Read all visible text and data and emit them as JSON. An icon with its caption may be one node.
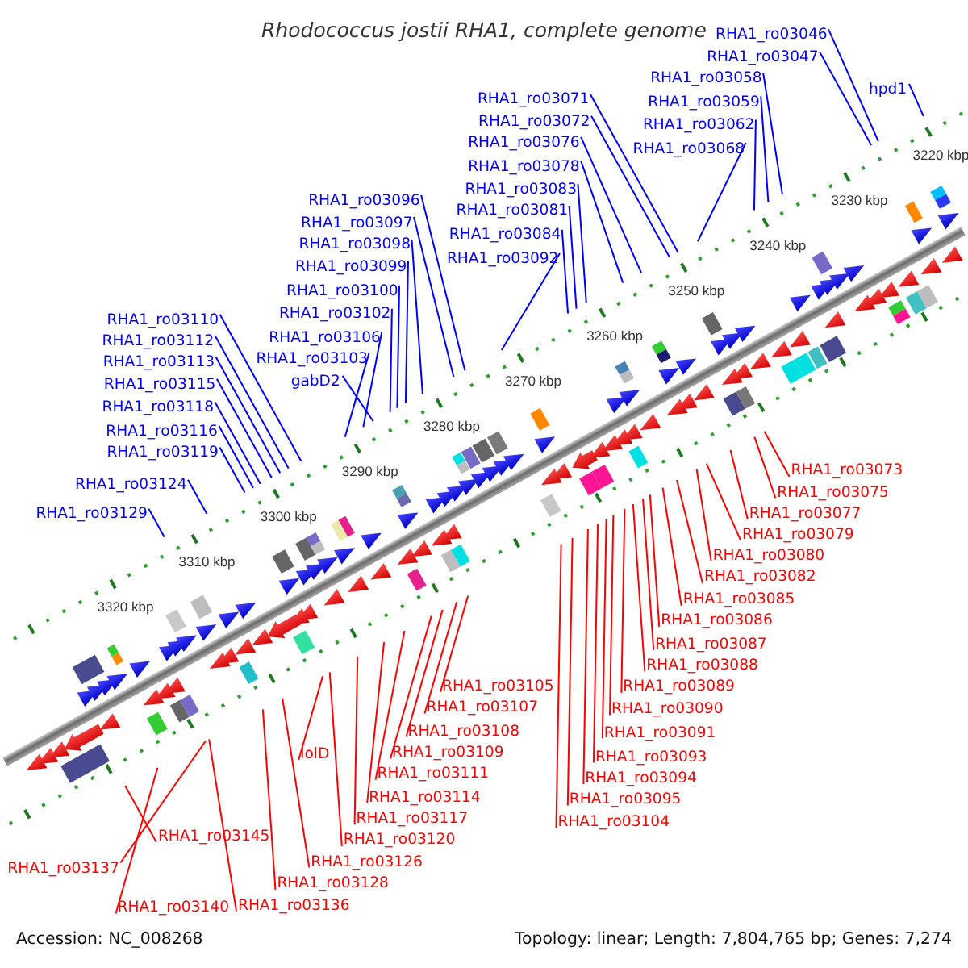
{
  "diagram": {
    "title": "Rhodococcus jostii RHA1, complete genome",
    "nodes": [
      {
        "text": [
          "hpd1"
        ]
      },
      {
        "text": [
          "RHA1_ro03058"
        ]
      },
      {
        "text": [
          "RHA1_ro03046"
        ]
      },
      {
        "text": [
          "RHA1_ro03047"
        ]
      },
      {
        "text": [
          "RHA1_ro03068"
        ]
      },
      {
        "text": [
          "RHA1_ro03071"
        ]
      },
      {
        "text": [
          "RHA1_ro03059"
        ]
      },
      {
        "text": [
          "RHA1_ro03076"
        ]
      },
      {
        "text": [
          "RHA1_ro03062"
        ]
      },
      {
        "text": [
          "RHA1_ro03102"
        ]
      },
      {
        "text": [
          "RHA1_ro03083"
        ]
      },
      {
        "text": [
          "RHA1_ro03072"
        ]
      },
      {
        "text": [
          "RHA1_ro03100"
        ]
      },
      {
        "text": [
          "RHA1_ro03081"
        ]
      },
      {
        "text": [
          "RHA1_ro03099"
        ]
      },
      {
        "text": [
          "RHA1_ro03078"
        ]
      },
      {
        "text": [
          "RHA1_ro03096"
        ]
      },
      {
        "text": [
          "RHA1_ro03116"
        ]
      },
      {
        "text": [
          "RHA1_ro03097"
        ]
      },
      {
        "text": [
          "RHA1_ro03084"
        ]
      },
      {
        "text": [
          "RHA1_ro03112"
        ]
      },
      {
        "text": [
          "gabD2"
        ]
      },
      {
        "text": [
          "RHA1_ro03092"
        ]
      },
      {
        "text": [
          "RHA1_ro03098"
        ]
      },
      {
        "text": [
          "RHA1_ro03110"
        ]
      },
      {
        "text": [
          "RHA1_ro03115"
        ]
      },
      {
        "text": [
          "RHA1_ro03103"
        ]
      },
      {
        "text": [
          "RHA1_ro03106"
        ]
      },
      {
        "text": [
          "RHA1_ro03124"
        ]
      },
      {
        "text": [
          "RHA1_ro03113"
        ]
      },
      {
        "text": [
          "RHA1_ro03118"
        ]
      },
      {
        "text": [
          "RHA1_ro03119"
        ]
      },
      {
        "text": [
          "RHA1_ro03129"
        ]
      },
      {
        "text": [
          "RHA1_ro03073"
        ]
      },
      {
        "text": [
          "RHA1_ro03075"
        ]
      },
      {
        "text": [
          "RHA1_ro03094"
        ]
      },
      {
        "text": [
          "RHA1_ro03077"
        ]
      },
      {
        "text": [
          "RHA1_ro03095"
        ]
      },
      {
        "text": [
          "RHA1_ro03079"
        ]
      },
      {
        "text": [
          "RHA1_ro03104"
        ]
      },
      {
        "text": [
          "RHA1_ro03091"
        ]
      },
      {
        "text": [
          "RHA1_ro03080"
        ]
      },
      {
        "text": [
          "RHA1_ro03093"
        ]
      },
      {
        "text": [
          "RHA1_ro03082"
        ]
      },
      {
        "text": [
          "RHA1_ro03085"
        ]
      },
      {
        "text": [
          "RHA1_ro03105"
        ]
      },
      {
        "text": [
          "RHA1_ro03086"
        ]
      },
      {
        "text": [
          "RHA1_ro03107"
        ]
      },
      {
        "text": [
          "RHA1_ro03087"
        ]
      },
      {
        "text": [
          "RHA1_ro03108"
        ]
      },
      {
        "text": [
          "RHA1_ro03120"
        ]
      },
      {
        "text": [
          "RHA1_ro03088"
        ]
      },
      {
        "text": [
          "RHA1_ro03109"
        ]
      },
      {
        "text": [
          "RHA1_ro03140"
        ]
      },
      {
        "text": [
          "RHA1_ro03089"
        ]
      },
      {
        "text": [
          "RHA1_ro03111"
        ]
      },
      {
        "text": [
          "lolD"
        ]
      },
      {
        "text": [
          "RHA1_ro03114"
        ]
      },
      {
        "text": [
          "RHA1_ro03126"
        ]
      },
      {
        "text": [
          "RHA1_ro03090"
        ]
      },
      {
        "text": [
          "RHA1_ro03145"
        ]
      },
      {
        "text": [
          "RHA1_ro03128"
        ]
      },
      {
        "text": [
          "RHA1_ro03117"
        ]
      },
      {
        "text": [
          "RHA1_ro03136"
        ]
      },
      {
        "text": [
          "RHA1_ro03137"
        ]
      }
    ],
    "edges": [
      {
        "from": 0,
        "to": null,
        "arrow": "none"
      },
      {
        "from": 1,
        "to": null,
        "arrow": "none"
      },
      {
        "from": 2,
        "to": null,
        "arrow": "none"
      },
      {
        "from": 3,
        "to": null,
        "arrow": "none"
      },
      {
        "from": 4,
        "to": null,
        "arrow": "none"
      },
      {
        "from": 5,
        "to": null,
        "arrow": "none"
      },
      {
        "from": 6,
        "to": null,
        "arrow": "none"
      },
      {
        "from": 7,
        "to": null,
        "arrow": "none"
      },
      {
        "from": 8,
        "to": null,
        "arrow": "none"
      },
      {
        "from": 9,
        "to": null,
        "arrow": "none"
      },
      {
        "from": 10,
        "to": null,
        "arrow": "none"
      },
      {
        "from": 11,
        "to": null,
        "arrow": "none"
      },
      {
        "from": 12,
        "to": null,
        "arrow": "none"
      },
      {
        "from": 13,
        "to": null,
        "arrow": "none"
      },
      {
        "from": 14,
        "to": null,
        "arrow": "none"
      },
      {
        "from": 15,
        "to": null,
        "arrow": "none"
      },
      {
        "from": 16,
        "to": null,
        "arrow": "none"
      },
      {
        "from": 17,
        "to": null,
        "arrow": "none"
      },
      {
        "from": 18,
        "to": null,
        "arrow": "none"
      },
      {
        "from": 19,
        "to": null,
        "arrow": "none"
      },
      {
        "from": 20,
        "to": null,
        "arrow": "none"
      },
      {
        "from": 21,
        "to": null,
        "arrow": "none"
      },
      {
        "from": 22,
        "to": null,
        "arrow": "none"
      },
      {
        "from": 23,
        "to": null,
        "arrow": "none"
      },
      {
        "from": 24,
        "to": null,
        "arrow": "none"
      },
      {
        "from": 25,
        "to": null,
        "arrow": "none"
      },
      {
        "from": 26,
        "to": null,
        "arrow": "none"
      },
      {
        "from": 27,
        "to": null,
        "arrow": "none"
      },
      {
        "from": 28,
        "to": null,
        "arrow": "none"
      },
      {
        "from": 29,
        "to": null,
        "arrow": "none"
      },
      {
        "from": 30,
        "to": null,
        "arrow": "none"
      },
      {
        "from": 31,
        "to": null,
        "arrow": "none"
      },
      {
        "from": 32,
        "to": null,
        "arrow": "none"
      },
      {
        "from": 33,
        "to": null,
        "arrow": "none",
        "color": "#ff0000"
      },
      {
        "from": 34,
        "to": null,
        "arrow": "none",
        "color": "#ff0000"
      },
      {
        "from": 35,
        "to": null,
        "arrow": "none",
        "color": "#ff0000"
      },
      {
        "from": 36,
        "to": null,
        "arrow": "none",
        "color": "#ff0000"
      },
      {
        "from": 37,
        "to": null,
        "arrow": "none",
        "color": "#ff0000"
      },
      {
        "from": 38,
        "to": null,
        "arrow": "none",
        "color": "#ff0000"
      },
      {
        "from": 39,
        "to": null,
        "arrow": "none",
        "color": "#ff0000"
      },
      {
        "from": 40,
        "to": null,
        "arrow": "none",
        "color": "#ff0000"
      },
      {
        "from": 41,
        "to": null,
        "arrow": "none",
        "color": "#ff0000"
      },
      {
        "from": 42,
        "to": null,
        "arrow": "none",
        "color": "#ff0000"
      },
      {
        "from": 43,
        "to": null,
        "arrow": "none",
        "color": "#ff0000"
      },
      {
        "from": 44,
        "to": null,
        "arrow": "none",
        "color": "#ff0000"
      },
      {
        "from": 45,
        "to": null,
        "arrow": "none",
        "color": "#ff0000"
      },
      {
        "from": 46,
        "to": null,
        "arrow": "none",
        "color": "#ff0000"
      },
      {
        "from": 47,
        "to": null,
        "arrow": "none",
        "color": "#ff0000"
      },
      {
        "from": 48,
        "to": null,
        "arrow": "none",
        "color": "#ff0000"
      },
      {
        "from": 49,
        "to": null,
        "arrow": "none",
        "color": "#ff0000"
      },
      {
        "from": 50,
        "to": null,
        "arrow": "none",
        "color": "#ff0000"
      },
      {
        "from": 51,
        "to": null,
        "arrow": "none",
        "color": "#ff0000"
      },
      {
        "from": 52,
        "to": null,
        "arrow": "none",
        "color": "#ff0000"
      },
      {
        "from": 53,
        "to": null,
        "arrow": "none",
        "color": "#ff0000"
      },
      {
        "from": 54,
        "to": null,
        "arrow": "none",
        "color": "#ff0000"
      },
      {
        "from": 55,
        "to": null,
        "arrow": "none",
        "color": "#ff0000"
      },
      {
        "from": 56,
        "to": null,
        "arrow": "none",
        "color": "#ff0000"
      },
      {
        "from": 57,
        "to": null,
        "arrow": "none",
        "color": "#ff0000"
      },
      {
        "from": 58,
        "to": null,
        "arrow": "none",
        "color": "#ff0000"
      },
      {
        "from": 59,
        "to": null,
        "arrow": "none",
        "color": "#ff0000"
      },
      {
        "from": 60,
        "to": null,
        "arrow": "none",
        "color": "#ff0000"
      },
      {
        "from": 61,
        "to": null,
        "arrow": "none",
        "color": "#ff0000"
      },
      {
        "from": 62,
        "to": null,
        "arrow": "none",
        "color": "#ff0000"
      },
      {
        "from": 63,
        "to": null,
        "arrow": "none",
        "color": "#ff0000"
      },
      {
        "from": 64,
        "to": null,
        "arrow": "none",
        "color": "#ff0000"
      }
    ],
    "labels": [
      "3220 kbp",
      "3230 kbp",
      "3240 kbp",
      "3250 kbp",
      "3260 kbp",
      "3270 kbp",
      "3280 kbp",
      "3290 kbp",
      "3300 kbp",
      "3310 kbp",
      "3320 kbp",
      "Accession: NC_008268",
      "Topology: linear; Length: 7,804,765 bp; Genes: 7,274"
    ]
  }
}
